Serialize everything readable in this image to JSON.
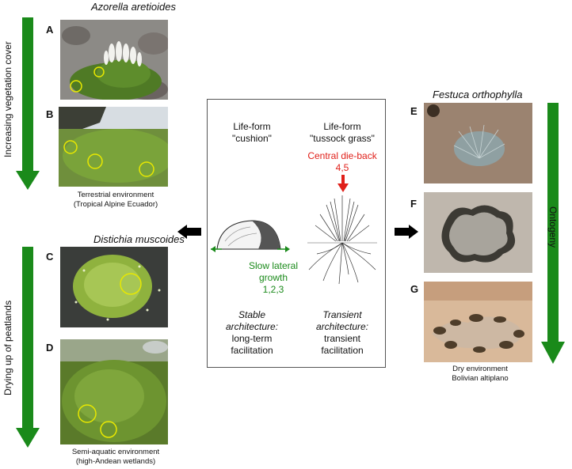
{
  "left_top": {
    "species": "Azorella aretioides",
    "side_label": "Increasing vegetation cover",
    "panels": [
      "A",
      "B"
    ],
    "caption_line1": "Terrestrial environment",
    "caption_line2": "(Tropical Alpine Ecuador)"
  },
  "left_bottom": {
    "species": "Distichia muscoides",
    "side_label": "Drying up of peatlands",
    "panels": [
      "C",
      "D"
    ],
    "caption_line1": "Semi-aquatic environment",
    "caption_line2": "(high-Andean wetlands)"
  },
  "right": {
    "species": "Festuca orthophylla",
    "side_label": "Ontogeny",
    "panels": [
      "E",
      "F",
      "G"
    ],
    "caption_line1": "Dry environment",
    "caption_line2": "Bolivian altiplano"
  },
  "center": {
    "cushion_title_1": "Life-form",
    "cushion_title_2": "\"cushion\"",
    "tussock_title_1": "Life-form",
    "tussock_title_2": "\"tussock grass\"",
    "dieback_label": "Central die-back",
    "dieback_refs": "4,5",
    "lateral_label_1": "Slow lateral",
    "lateral_label_2": "growth",
    "lateral_refs": "1,2,3",
    "stable_1": "Stable",
    "stable_2": "architecture:",
    "stable_3": "long-term",
    "stable_4": "facilitation",
    "transient_1": "Transient",
    "transient_2": "architecture:",
    "transient_3": "transient",
    "transient_4": "facilitation"
  },
  "colors": {
    "green_arrow": "#1a8a1a",
    "red_label": "#e0201a",
    "lateral_green": "#1a8a1a",
    "highlight_circle": "#e8e800"
  }
}
